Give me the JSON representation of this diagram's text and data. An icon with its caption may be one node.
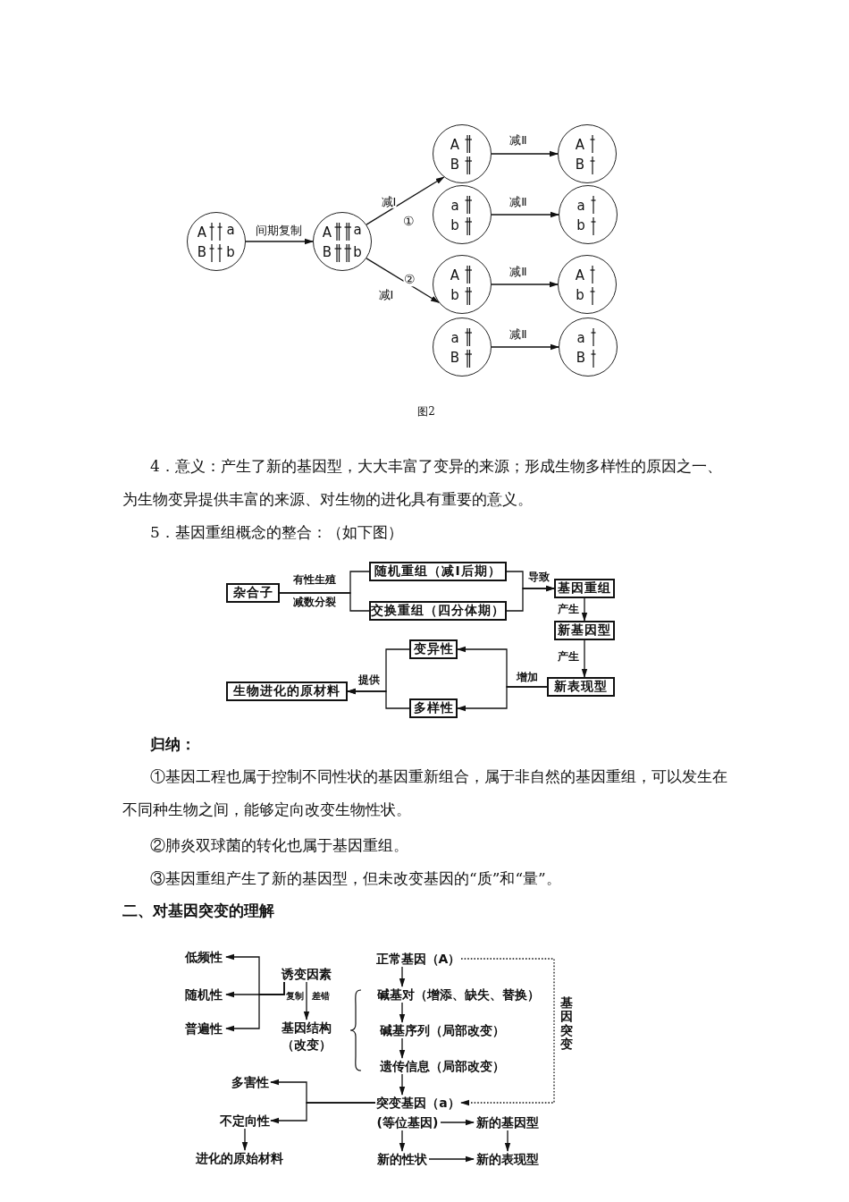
{
  "diagram": {
    "nodes": [
      {
        "text": [
          "A",
          "a",
          "B",
          "b"
        ]
      },
      {
        "text": [
          "A",
          "a",
          "B",
          "b"
        ]
      },
      {
        "text": [
          "A",
          "B"
        ]
      },
      {
        "text": [
          "a",
          "b"
        ]
      },
      {
        "text": [
          "A",
          "b"
        ]
      },
      {
        "text": [
          "a",
          "B"
        ]
      },
      {
        "text": [
          "A",
          "B"
        ]
      },
      {
        "text": [
          "a",
          "b"
        ]
      },
      {
        "text": [
          "A",
          "b"
        ]
      },
      {
        "text": [
          "a",
          "B"
        ]
      },
      {
        "text": [
          "杂合子"
        ]
      },
      {
        "text": [
          "随机重组（减Ⅰ后期）"
        ]
      },
      {
        "text": [
          "交换重组（四分体期）"
        ]
      },
      {
        "text": [
          "基因重组"
        ]
      },
      {
        "text": [
          "新基因型"
        ]
      },
      {
        "text": [
          "新表现型"
        ]
      },
      {
        "text": [
          "变异性"
        ]
      },
      {
        "text": [
          "多样性"
        ]
      },
      {
        "text": [
          "生物进化的原材料"
        ]
      },
      {
        "text": [
          "低频性"
        ]
      },
      {
        "text": [
          "随机性"
        ]
      },
      {
        "text": [
          "普遍性"
        ]
      },
      {
        "text": [
          "诱变因素"
        ]
      },
      {
        "text": [
          "基因结构（改变）"
        ]
      },
      {
        "text": [
          "正常基因（A）"
        ]
      },
      {
        "text": [
          "碱基对（增添、缺失、替换）"
        ]
      },
      {
        "text": [
          "碱基序列（局部改变）"
        ]
      },
      {
        "text": [
          "遗传信息（局部改变）"
        ]
      },
      {
        "text": [
          "突变基因（a）"
        ]
      },
      {
        "text": [
          "(等位基因)"
        ]
      },
      {
        "text": [
          "新的基因型"
        ]
      },
      {
        "text": [
          "新的性状"
        ]
      },
      {
        "text": [
          "新的表现型"
        ]
      },
      {
        "text": [
          "多害性"
        ]
      },
      {
        "text": [
          "不定向性"
        ]
      },
      {
        "text": [
          "进化的原始材料"
        ]
      }
    ],
    "edges": [
      {
        "from": 0,
        "to": 1,
        "arrow": "to",
        "label": "间期复制"
      },
      {
        "from": 1,
        "to": 2,
        "arrow": "to",
        "label": "减Ⅰ"
      },
      {
        "from": 1,
        "to": 4,
        "arrow": "to",
        "label": "减Ⅰ"
      },
      {
        "from": 2,
        "to": 6,
        "arrow": "to",
        "label": "减Ⅱ"
      },
      {
        "from": 3,
        "to": 7,
        "arrow": "to",
        "label": "减Ⅱ"
      },
      {
        "from": 4,
        "to": 8,
        "arrow": "to",
        "label": "减Ⅱ"
      },
      {
        "from": 5,
        "to": 9,
        "arrow": "to",
        "label": "减Ⅱ"
      },
      {
        "from": 10,
        "to": 11,
        "arrow": "none",
        "label": "有性生殖"
      },
      {
        "from": 10,
        "to": 12,
        "arrow": "none",
        "label": "减数分裂"
      },
      {
        "from": 11,
        "to": 13,
        "arrow": "to",
        "label": "导致"
      },
      {
        "from": 12,
        "to": 13,
        "arrow": "to"
      },
      {
        "from": 13,
        "to": 14,
        "arrow": "to",
        "label": "产生"
      },
      {
        "from": 14,
        "to": 15,
        "arrow": "to",
        "label": "产生"
      },
      {
        "from": 15,
        "to": 16,
        "arrow": "to",
        "label": "增加"
      },
      {
        "from": 15,
        "to": 17,
        "arrow": "to"
      },
      {
        "from": 16,
        "to": 18,
        "arrow": "to",
        "label": "提供"
      },
      {
        "from": 17,
        "to": 18,
        "arrow": "to"
      },
      {
        "from": 22,
        "to": 19,
        "arrow": "to"
      },
      {
        "from": 22,
        "to": 20,
        "arrow": "to"
      },
      {
        "from": 22,
        "to": 21,
        "arrow": "to"
      },
      {
        "from": 22,
        "to": 23,
        "arrow": "to"
      },
      {
        "from": 24,
        "to": 25,
        "arrow": "to"
      },
      {
        "from": 25,
        "to": 26,
        "arrow": "to"
      },
      {
        "from": 26,
        "to": 27,
        "arrow": "to"
      },
      {
        "from": 27,
        "to": 28,
        "arrow": "to"
      },
      {
        "from": 24,
        "to": 28,
        "arrow": "to",
        "label": "基因突变",
        "style": "dashed"
      },
      {
        "from": 28,
        "to": 33,
        "arrow": "to"
      },
      {
        "from": 28,
        "to": 34,
        "arrow": "to"
      },
      {
        "from": 34,
        "to": 35,
        "arrow": "to"
      },
      {
        "from": 29,
        "to": 30,
        "arrow": "to"
      },
      {
        "from": 29,
        "to": 31,
        "arrow": "to"
      },
      {
        "from": 30,
        "to": 32,
        "arrow": "to"
      },
      {
        "from": 31,
        "to": 32,
        "arrow": "to"
      }
    ],
    "labels": [
      "①",
      "②",
      "图2",
      "4．意义：产生了新的基因型，大大丰富了变异的来源；形成生物多样性的原因之一、为生物变异提供丰富的来源、对生物的进化具有重要的意义。",
      "5．基因重组概念的整合：（如下图）",
      "归纳：",
      "①基因工程也属于控制不同性状的基因重新组合，属于非自然的基因重组，可以发生在不同种生物之间，能够定向改变生物性状。",
      "②肺炎双球菌的转化也属于基因重组。",
      "③基因重组产生了新的基因型，但未改变基因的“质”和“量”。",
      "二、对基因突变的理解",
      "复制",
      "差错"
    ]
  }
}
